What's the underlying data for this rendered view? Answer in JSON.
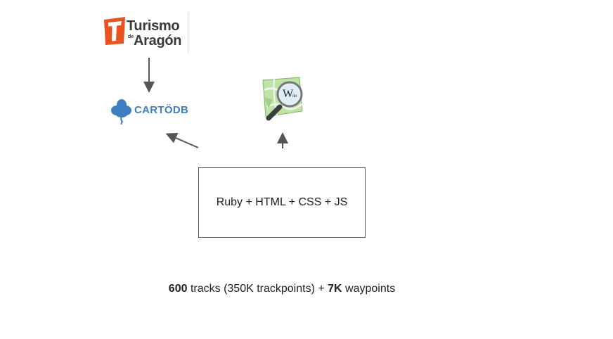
{
  "logos": {
    "turismo": {
      "line1": "Turismo",
      "de": "de",
      "line2": "Aragón",
      "brand_color": "#e8531f"
    },
    "cartodb": {
      "label": "CARTÖDB",
      "brand_color": "#3d7fc1"
    },
    "osm_wiki": {
      "badge_text": "W",
      "badge_sub": "iki"
    }
  },
  "center_box": {
    "text": "Ruby + HTML + CSS + JS"
  },
  "stats": {
    "tracks_count": "600",
    "tracks_text": " tracks (350K trackpoints) + ",
    "waypoints_count": "7K",
    "waypoints_text": " waypoints"
  },
  "colors": {
    "arrow": "#555555",
    "text": "#222222"
  }
}
